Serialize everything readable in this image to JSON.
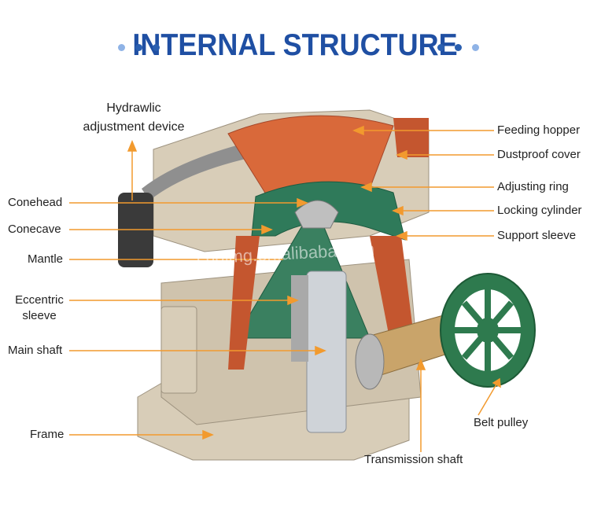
{
  "title": "INTERNAL STRUCTURE",
  "watermark": "cnglmg.en.alibaba.com",
  "colors": {
    "title": "#1f4fa3",
    "dot_dark": "#2a5fb0",
    "dot_light": "#8fb3e6",
    "leader": "#f29a2e",
    "liner": "#d9693a",
    "mantle_green": "#2f7a5a",
    "frame": "#d8cdb8",
    "pulley": "#2e7a4e"
  },
  "labels": {
    "hydraulic_line1": "Hydrawlic",
    "hydraulic_line2": "adjustment device",
    "conehead": "Conehead",
    "conecave": "Conecave",
    "mantle": "Mantle",
    "eccentric_line1": "Eccentric",
    "eccentric_line2": "sleeve",
    "main_shaft": "Main shaft",
    "frame": "Frame",
    "feeding_hopper": "Feeding hopper",
    "dustproof_cover": "Dustproof cover",
    "adjusting_ring": "Adjusting ring",
    "locking_cylinder": "Locking cylinder",
    "support_sleeve": "Support sleeve",
    "belt_pulley": "Belt pulley",
    "transmission_shaft": "Transmission shaft"
  }
}
